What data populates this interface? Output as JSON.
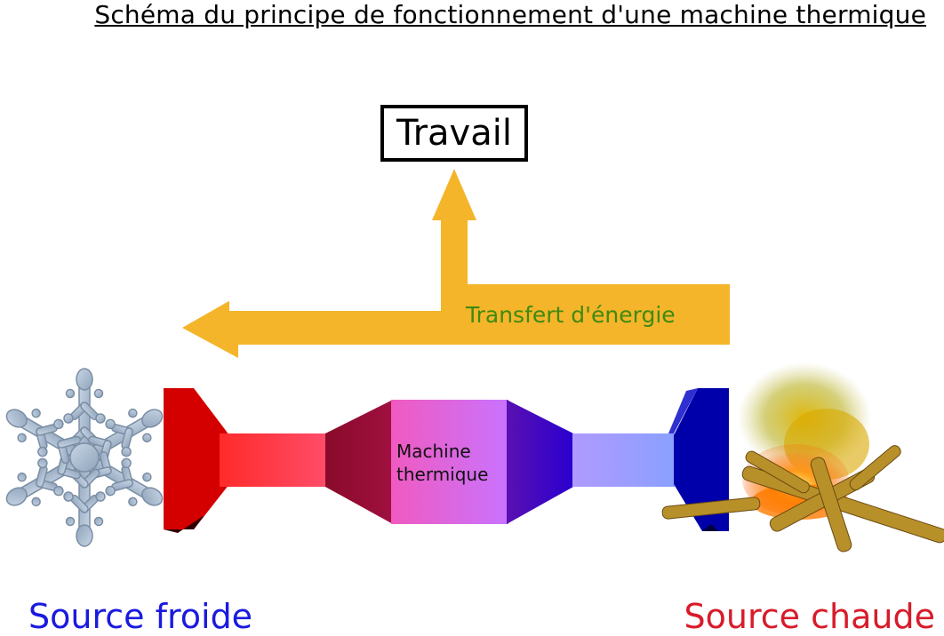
{
  "title": "Schéma du principe de fonctionnement d'une machine thermique",
  "work_label": "Travail",
  "energy_transfer_label": "Transfert d'énergie",
  "machine_label_line1": "Machine",
  "machine_label_line2": "thermique",
  "cold_source_label": "Source froide",
  "hot_source_label": "Source chaude",
  "icons": {
    "cold": "snowflake-icon",
    "hot": "campfire-icon"
  },
  "colors": {
    "arrow": "#f5b52a",
    "energy_text": "#3f8a10",
    "cold_text": "#1a1adf",
    "hot_text": "#d81b2a",
    "cold_end": "#d40000",
    "hot_end": "#0000aa"
  }
}
